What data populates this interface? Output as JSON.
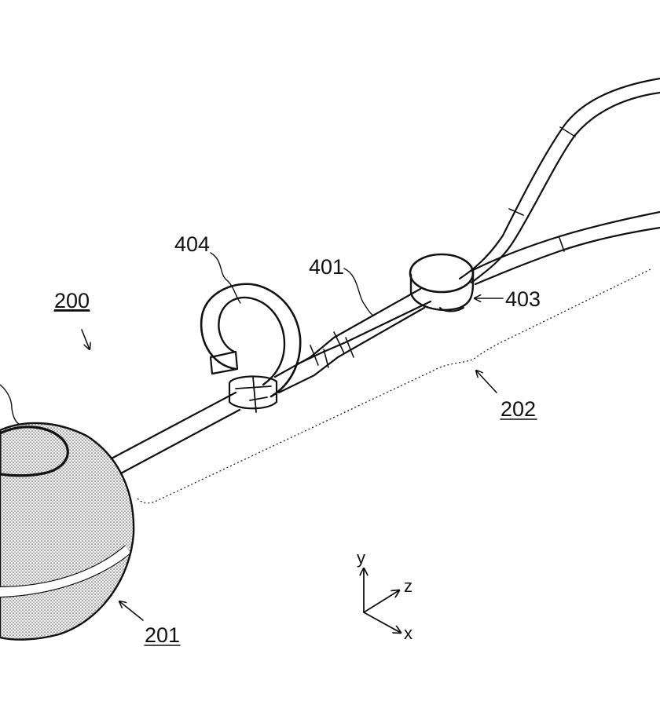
{
  "figure": {
    "labels": {
      "device": "200",
      "earpiece": "201",
      "cable_assembly": "202",
      "cable": "401",
      "slider": "403",
      "hook": "404"
    },
    "axes": {
      "y": "y",
      "z": "z",
      "x": "x"
    }
  }
}
